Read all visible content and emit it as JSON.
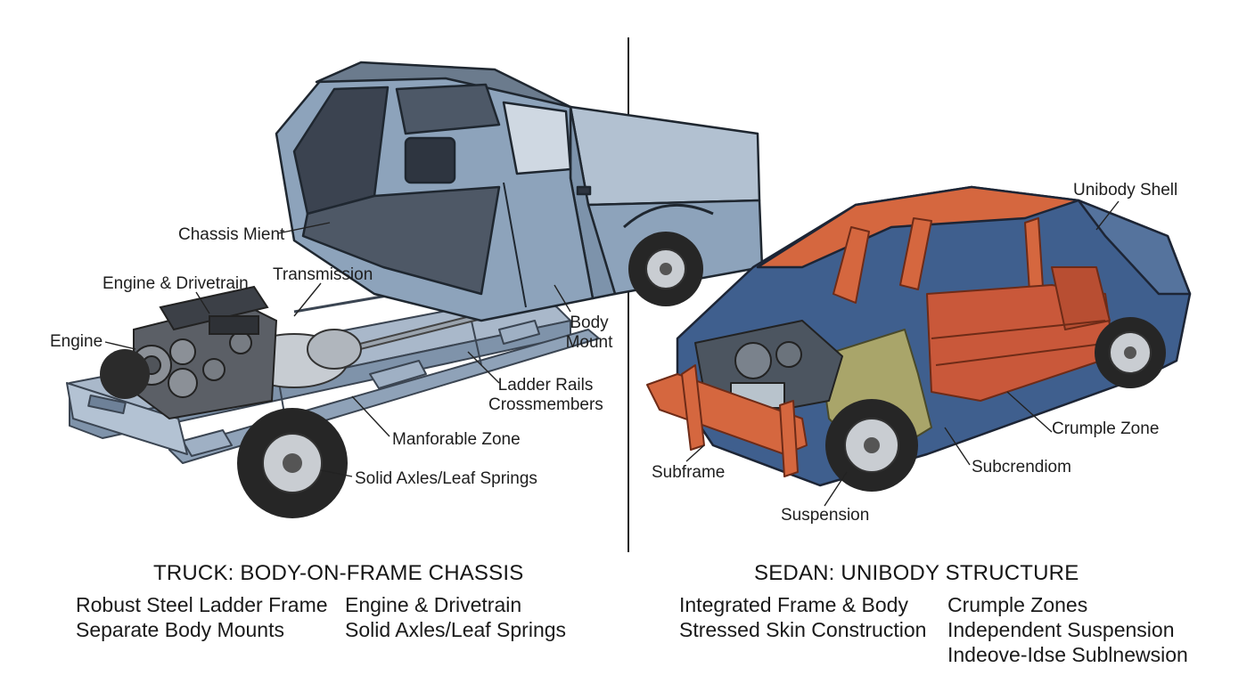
{
  "truck": {
    "callouts": {
      "chassis_mount": "Chassis Mient",
      "engine_drivetrain": "Engine & Drivetrain",
      "transmission": "Transmission",
      "engine": "Engine",
      "body_mount_1": "Body",
      "body_mount_2": "Mount",
      "ladder_rails": "Ladder Rails",
      "crossmembers": "Crossmembers",
      "manforable_zone": "Manforable Zone",
      "solid_axles": "Solid Axles/Leaf Springs"
    },
    "heading": "TRUCK: BODY-ON-FRAME CHASSIS",
    "features_left": [
      "Robust Steel Ladder Frame",
      "Separate Body Mounts"
    ],
    "features_right": [
      "Engine & Drivetrain",
      "Solid Axles/Leaf Springs"
    ]
  },
  "sedan": {
    "callouts": {
      "unibody_shell": "Unibody Shell",
      "crumple_zone": "Crumple Zone",
      "subframe": "Subframe",
      "subcrendiom": "Subcrendiom",
      "suspension": "Suspension"
    },
    "heading": "SEDAN: UNIBODY STRUCTURE",
    "features_left": [
      "Integrated Frame & Body",
      "Stressed Skin Construction"
    ],
    "features_right": [
      "Crumple Zones",
      "Independent Suspension",
      "Indeove-Idse Sublnewsion"
    ]
  },
  "colors": {
    "truck_body": "#8da3bb",
    "ladder_frame": "#9fb0c4",
    "sedan_body": "#3f5f8e",
    "sedan_frame": "#d5673f",
    "crumple_highlight": "#a9a56a",
    "divider": "#222222"
  }
}
